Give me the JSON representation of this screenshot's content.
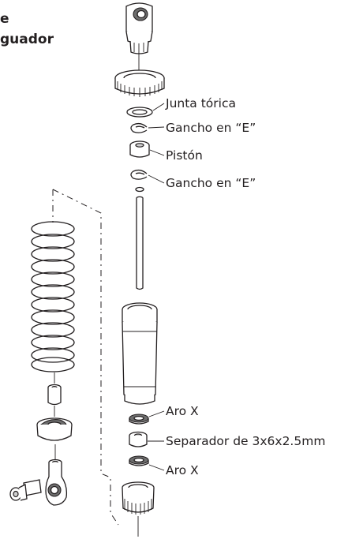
{
  "title": {
    "line1": "e",
    "line2": "guador"
  },
  "labels": {
    "o_ring": "Junta tórica",
    "e_clip_top": "Gancho en “E”",
    "piston": "Pistón",
    "e_clip_bottom": "Gancho en “E”",
    "x_ring_top": "Aro X",
    "spacer": "Separador de 3x6x2.5mm",
    "x_ring_bottom": "Aro X"
  }
}
